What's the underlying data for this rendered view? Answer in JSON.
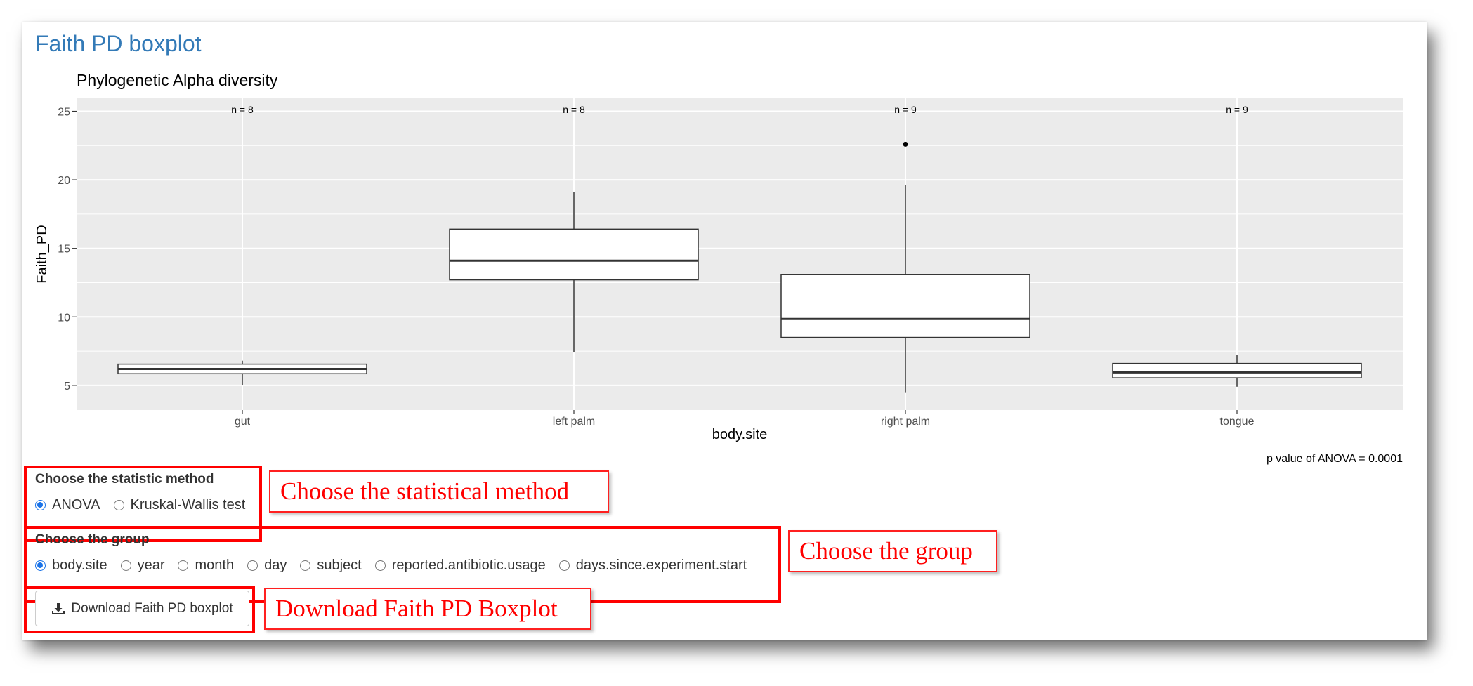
{
  "page": {
    "title": "Faith PD boxplot"
  },
  "chart_data": {
    "type": "box",
    "title": "Phylogenetic Alpha diversity",
    "xlabel": "body.site",
    "ylabel": "Faith_PD",
    "ylim": [
      3.2,
      26
    ],
    "yticks": [
      5,
      10,
      15,
      20,
      25
    ],
    "ytick_labels": [
      "5",
      "10",
      "15",
      "20",
      "25"
    ],
    "grid": true,
    "categories": [
      "gut",
      "left palm",
      "right palm",
      "tongue"
    ],
    "counts": [
      "n = 8",
      "n = 8",
      "n = 9",
      "n = 9"
    ],
    "boxes": [
      {
        "min": 5.0,
        "q1": 5.85,
        "median": 6.2,
        "q3": 6.55,
        "max": 6.8,
        "outliers": []
      },
      {
        "min": 7.4,
        "q1": 12.7,
        "median": 14.1,
        "q3": 16.4,
        "max": 19.1,
        "outliers": []
      },
      {
        "min": 4.5,
        "q1": 8.5,
        "median": 9.85,
        "q3": 13.1,
        "max": 19.6,
        "outliers": [
          22.6
        ]
      },
      {
        "min": 4.9,
        "q1": 5.55,
        "median": 5.95,
        "q3": 6.6,
        "max": 7.2,
        "outliers": []
      }
    ],
    "caption": "p value of ANOVA = 0.0001"
  },
  "controls": {
    "method": {
      "label": "Choose the statistic method",
      "options": [
        "ANOVA",
        "Kruskal-Wallis test"
      ],
      "selected": "ANOVA"
    },
    "group": {
      "label": "Choose the group",
      "options": [
        "body.site",
        "year",
        "month",
        "day",
        "subject",
        "reported.antibiotic.usage",
        "days.since.experiment.start"
      ],
      "selected": "body.site"
    },
    "download": {
      "label": "Download Faith PD boxplot",
      "icon": "download-icon"
    }
  },
  "callouts": {
    "method": "Choose the statistical method",
    "group": "Choose the group",
    "download": "Download Faith PD Boxplot"
  },
  "colors": {
    "title": "#337ab7",
    "panel_bg": "#ebebeb",
    "annotation": "#ff0000",
    "radio_selected": "#1a73e8"
  }
}
